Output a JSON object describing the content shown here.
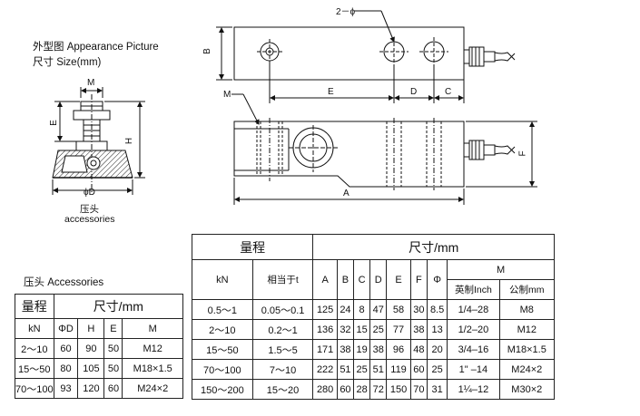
{
  "header": {
    "line1": "外型图 Appearance Picture",
    "line2": "尺寸 Size(mm)"
  },
  "drawing_labels": {
    "top_view": {
      "hole_callout": "2－ϕ",
      "B": "B",
      "E": "E",
      "D": "D",
      "C": "C"
    },
    "side_view": {
      "M": "M",
      "F": "F",
      "A": "A"
    },
    "accessory_view": {
      "M": "M",
      "E": "E",
      "H": "H",
      "phiD": "ϕD",
      "caption_cn": "压头",
      "caption_en": "accessories"
    }
  },
  "accessories_table": {
    "caption": "压头  Accessories",
    "head_range": "量程",
    "head_size": "尺寸/mm",
    "columns": [
      "kN",
      "ΦD",
      "H",
      "E",
      "M"
    ],
    "rows": [
      [
        "2～10",
        "60",
        "90",
        "50",
        "M12"
      ],
      [
        "15～50",
        "80",
        "105",
        "50",
        "M18×1.5"
      ],
      [
        "70～100",
        "93",
        "120",
        "60",
        "M24×2"
      ]
    ]
  },
  "main_table": {
    "head_range": "量程",
    "head_size": "尺寸/mm",
    "col_kN": "kN",
    "col_t": "相当于t",
    "dim_cols": [
      "A",
      "B",
      "C",
      "D",
      "E",
      "F",
      "Φ"
    ],
    "col_M": "M",
    "col_M_inch": "英制Inch",
    "col_M_metric": "公制mm",
    "rows": [
      [
        "0.5～1",
        "0.05～0.1",
        "125",
        "24",
        "8",
        "47",
        "58",
        "30",
        "8.5",
        "1/4–28",
        "M8"
      ],
      [
        "2～10",
        "0.2～1",
        "136",
        "32",
        "15",
        "25",
        "77",
        "38",
        "13",
        "1/2–20",
        "M12"
      ],
      [
        "15～50",
        "1.5～5",
        "171",
        "38",
        "19",
        "38",
        "96",
        "48",
        "20",
        "3/4–16",
        "M18×1.5"
      ],
      [
        "70～100",
        "7～10",
        "222",
        "51",
        "25",
        "51",
        "119",
        "60",
        "25",
        "1\" –14",
        "M24×2"
      ],
      [
        "150～200",
        "15～20",
        "280",
        "60",
        "28",
        "72",
        "150",
        "70",
        "31",
        "1¼–12",
        "M30×2"
      ]
    ]
  }
}
